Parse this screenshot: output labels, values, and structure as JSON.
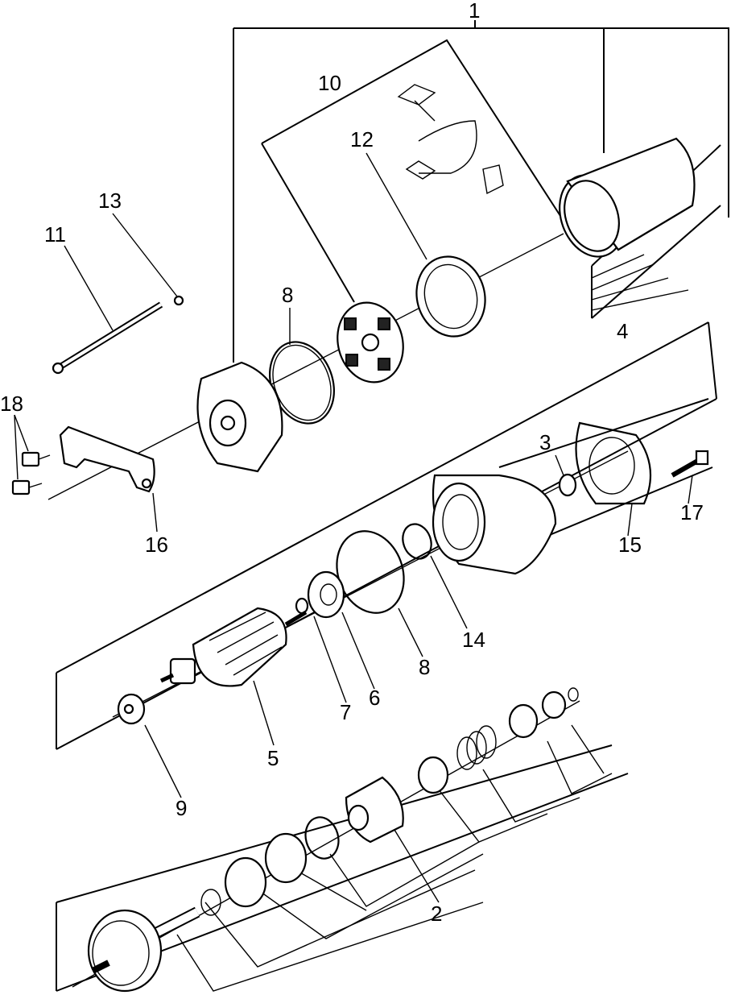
{
  "diagram": {
    "callouts": [
      {
        "id": "callout-1",
        "text": "1"
      },
      {
        "id": "callout-2",
        "text": "2"
      },
      {
        "id": "callout-3",
        "text": "3"
      },
      {
        "id": "callout-4",
        "text": "4"
      },
      {
        "id": "callout-5",
        "text": "5"
      },
      {
        "id": "callout-6",
        "text": "6"
      },
      {
        "id": "callout-7",
        "text": "7"
      },
      {
        "id": "callout-8a",
        "text": "8"
      },
      {
        "id": "callout-8b",
        "text": "8"
      },
      {
        "id": "callout-9",
        "text": "9"
      },
      {
        "id": "callout-10",
        "text": "10"
      },
      {
        "id": "callout-11",
        "text": "11"
      },
      {
        "id": "callout-12",
        "text": "12"
      },
      {
        "id": "callout-13",
        "text": "13"
      },
      {
        "id": "callout-14",
        "text": "14"
      },
      {
        "id": "callout-15",
        "text": "15"
      },
      {
        "id": "callout-16",
        "text": "16"
      },
      {
        "id": "callout-17",
        "text": "17"
      },
      {
        "id": "callout-18",
        "text": "18"
      }
    ]
  }
}
